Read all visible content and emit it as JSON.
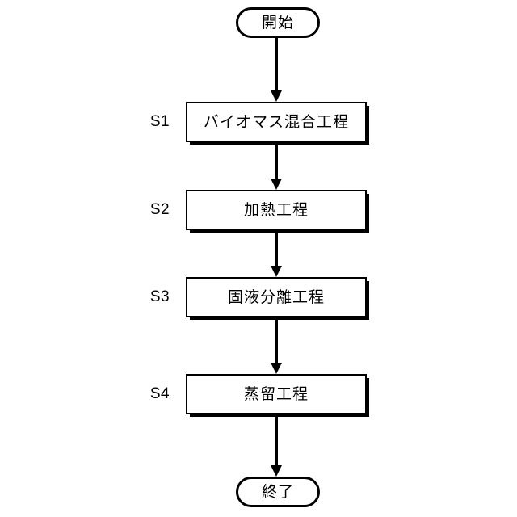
{
  "diagram": {
    "title": "",
    "type": "flowchart",
    "orientation": "vertical",
    "background_color": "#ffffff",
    "stroke_color": "#000000",
    "nodes": [
      {
        "id": "start",
        "shape": "terminator",
        "label": "開始"
      },
      {
        "id": "s1",
        "shape": "process",
        "step_id": "S1",
        "label": "バイオマス混合工程"
      },
      {
        "id": "s2",
        "shape": "process",
        "step_id": "S2",
        "label": "加熱工程"
      },
      {
        "id": "s3",
        "shape": "process",
        "step_id": "S3",
        "label": "固液分離工程"
      },
      {
        "id": "s4",
        "shape": "process",
        "step_id": "S4",
        "label": "蒸留工程"
      },
      {
        "id": "end",
        "shape": "terminator",
        "label": "終了"
      }
    ],
    "edges": [
      {
        "from": "start",
        "to": "s1",
        "style": "arrow-down"
      },
      {
        "from": "s1",
        "to": "s2",
        "style": "arrow-down"
      },
      {
        "from": "s2",
        "to": "s3",
        "style": "arrow-down"
      },
      {
        "from": "s3",
        "to": "s4",
        "style": "arrow-down"
      },
      {
        "from": "s4",
        "to": "end",
        "style": "arrow-down"
      }
    ]
  }
}
